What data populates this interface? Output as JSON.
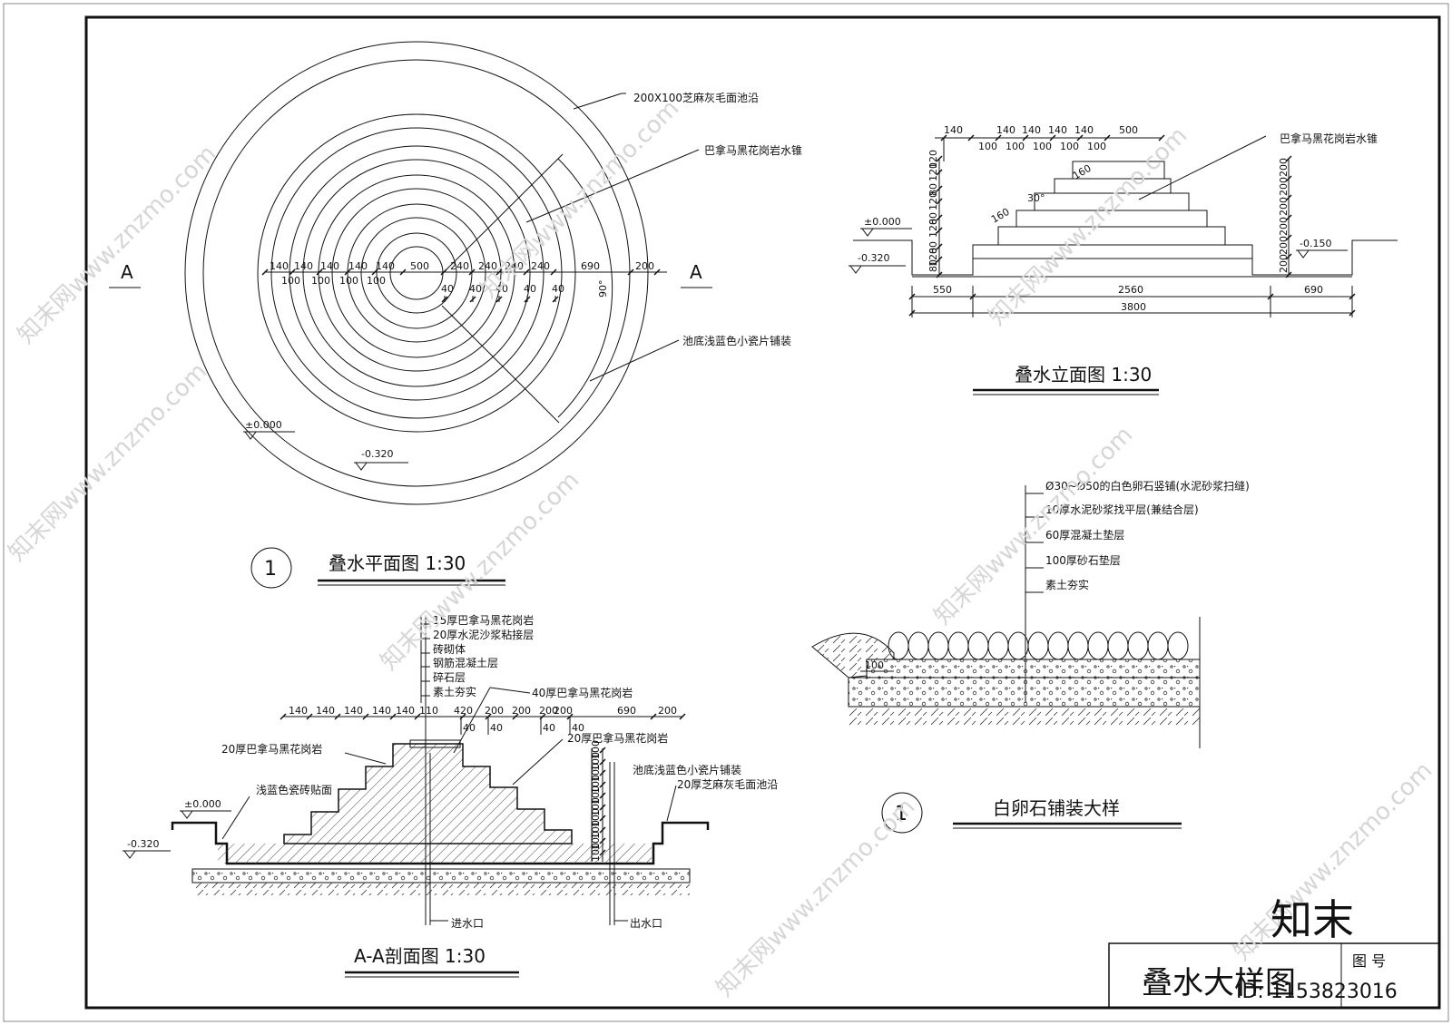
{
  "plan": {
    "title": "叠水平面图 1:30",
    "badge": "1",
    "section_marks": [
      "A",
      "A"
    ],
    "labels": [
      "200X100芝麻灰毛面池沿",
      "巴拿马黑花岗岩水锥",
      "池底浅蓝色小瓷片铺装"
    ],
    "dims_top": [
      "140",
      "140",
      "140",
      "140",
      "140",
      "500",
      "240",
      "240",
      "240",
      "240",
      "690",
      "200"
    ],
    "dims_bottom": [
      "100",
      "100",
      "100",
      "100"
    ],
    "dims_small": [
      "40",
      "40",
      "40",
      "40",
      "40"
    ],
    "angle": "90°",
    "level_zero": "±0.000",
    "level_pool": "-0.320"
  },
  "elevation": {
    "title": "叠水立面图 1:30",
    "label": "巴拿马黑花岗岩水锥",
    "dims_top_a": [
      "140",
      "140",
      "140",
      "140",
      "140",
      "500"
    ],
    "dims_top_b": [
      "100",
      "100",
      "100",
      "100",
      "100"
    ],
    "dims_left": [
      "120",
      "120",
      "80",
      "120",
      "80",
      "120",
      "80",
      "120",
      "80"
    ],
    "dims_right": [
      "200",
      "200",
      "200",
      "200",
      "200",
      "200"
    ],
    "dims_bottom": [
      "550",
      "2560",
      "690"
    ],
    "total": "3800",
    "angle_labels": [
      "160",
      "30°",
      "160"
    ],
    "level_zero": "±0.000",
    "level_pool": "-0.320",
    "level_step": "-0.150"
  },
  "section": {
    "title": "A-A剖面图 1:30",
    "layers": [
      "15厚巴拿马黑花岗岩",
      "20厚水泥沙浆粘接层",
      "砖砌体",
      "钢筋混凝土层",
      "碎石层",
      "素土夯实"
    ],
    "labels": [
      "40厚巴拿马黑花岗岩",
      "20厚巴拿马黑花岗岩",
      "浅蓝色瓷砖贴面",
      "20厚巴拿马黑花岗岩",
      "池底浅蓝色小瓷片铺装",
      "20厚芝麻灰毛面池沿",
      "进水口",
      "出水口"
    ],
    "dims_top": [
      "140",
      "140",
      "140",
      "140",
      "140",
      "110",
      "420",
      "200",
      "200",
      "200",
      "200",
      "690",
      "200"
    ],
    "dims_small": [
      "40",
      "40",
      "40",
      "40"
    ],
    "dims_vertical": [
      "100",
      "100",
      "100",
      "100",
      "100",
      "100",
      "100",
      "100",
      "100",
      "100"
    ],
    "level_zero": "±0.000",
    "level_pool": "-0.320"
  },
  "detail": {
    "title": "白卵石铺装大样",
    "badge": "1",
    "layers": [
      "Ø30~Ø50的白色卵石竖铺(水泥砂浆扫缝)",
      "10厚水泥砂浆找平层(兼结合层)",
      "60厚混凝土垫层",
      "100厚砂石垫层",
      "素土夯实"
    ],
    "dim": "100"
  },
  "title_block": {
    "name": "叠水大样图",
    "label": "图 号"
  },
  "watermark": {
    "text": "知末网www.znzmo.com",
    "logo": "知末",
    "id": "ID: 1153823016"
  }
}
